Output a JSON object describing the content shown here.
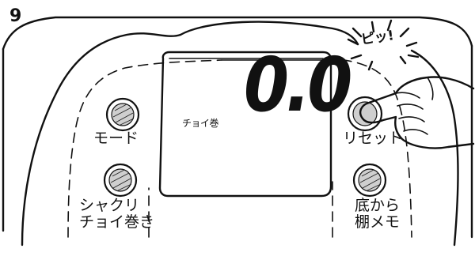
{
  "step": {
    "number": "9"
  },
  "display": {
    "mode_label": "チョイ巻",
    "value": "0.0"
  },
  "buttons": {
    "mode": {
      "label": "モード"
    },
    "shakuri": {
      "label_line1": "シャクリ",
      "label_line2": "チョイ巻き"
    },
    "reset": {
      "label": "リセット"
    },
    "bottom_memo": {
      "label_line1": "底から",
      "label_line2": "棚メモ"
    }
  },
  "sound": {
    "text": "ピッ!"
  },
  "icons": {
    "hand": "pointing-hand-icon",
    "beep_burst": "sound-burst-icon"
  },
  "colors": {
    "ink": "#111111",
    "background": "#ffffff",
    "button_fill": "#cfcfcf"
  }
}
